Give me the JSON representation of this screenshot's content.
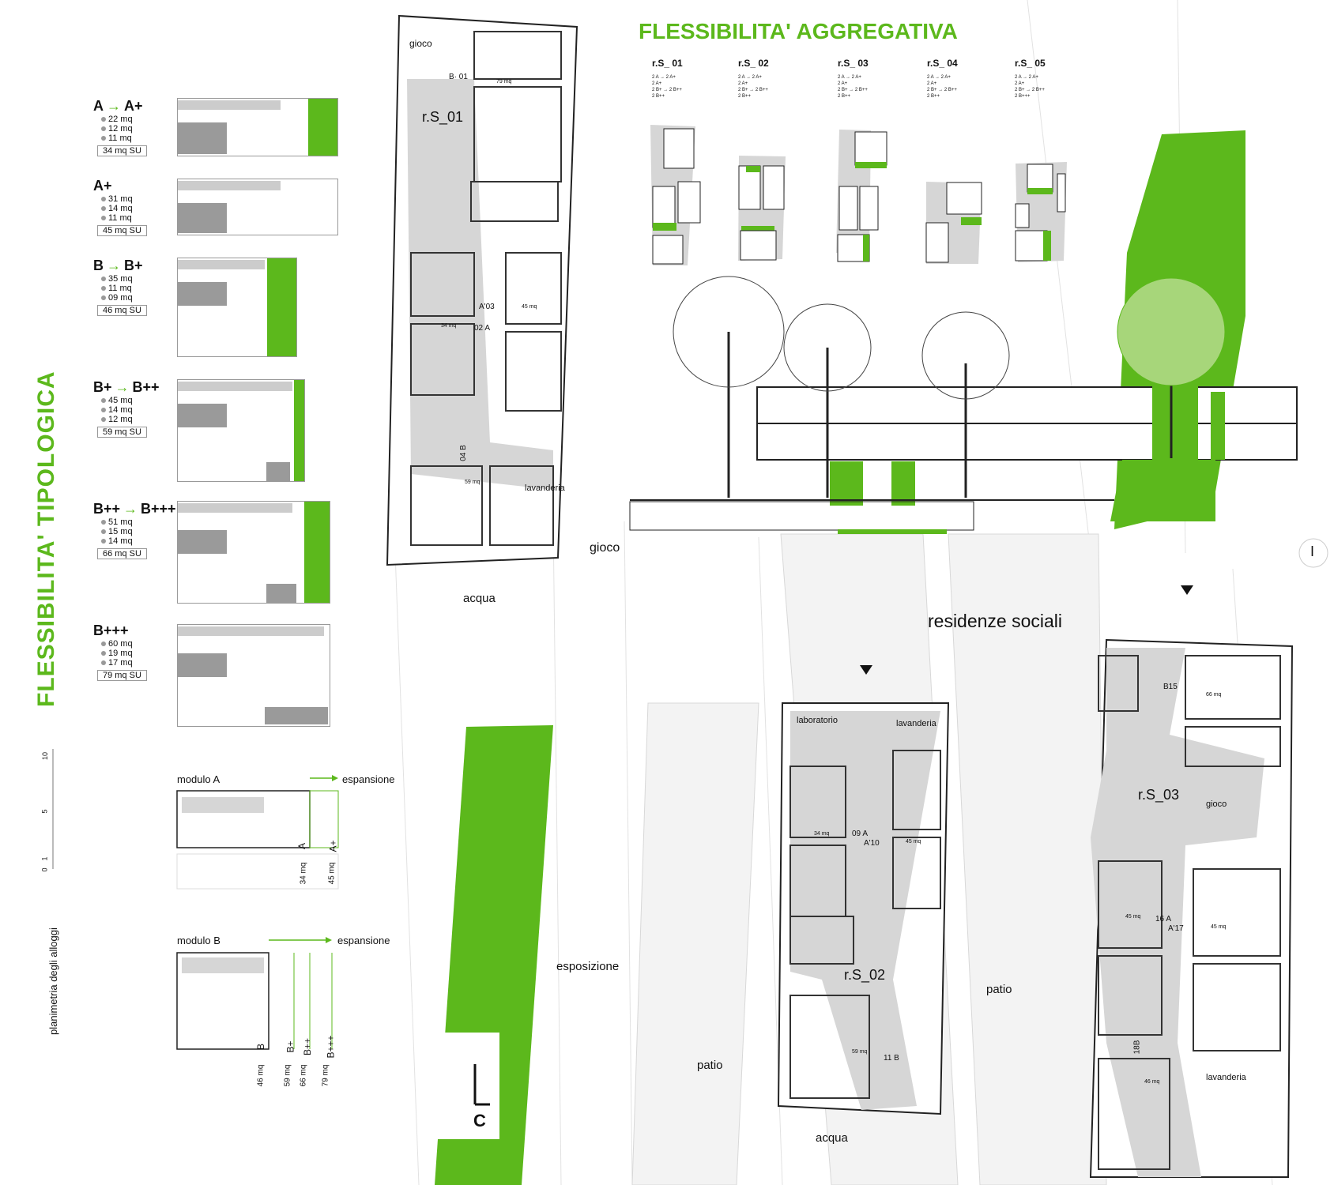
{
  "titles": {
    "aggregativa": "FLESSIBILITA' AGGREGATIVA",
    "tipologica": "FLESSIBILITA' TIPOLOGICA",
    "planimetria": "planimetria degli alloggi",
    "residenze": "residenze sociali"
  },
  "colors": {
    "accent": "#5cb81c",
    "gray_area": "#d6d6d6",
    "line": "#222222"
  },
  "scale": [
    "10",
    "5",
    "1",
    "0"
  ],
  "types": [
    {
      "from": "A",
      "to": "A+",
      "areas": [
        "22 mq",
        "12 mq",
        "11 mq"
      ],
      "total": "34 mq SU"
    },
    {
      "from": "A+",
      "to": "",
      "areas": [
        "31 mq",
        "14 mq",
        "11 mq"
      ],
      "total": "45 mq SU"
    },
    {
      "from": "B",
      "to": "B+",
      "areas": [
        "35 mq",
        "11 mq",
        "09 mq"
      ],
      "total": "46 mq SU"
    },
    {
      "from": "B+",
      "to": "B++",
      "areas": [
        "45 mq",
        "14 mq",
        "12 mq"
      ],
      "total": "59 mq SU"
    },
    {
      "from": "B++",
      "to": "B+++",
      "areas": [
        "51 mq",
        "15 mq",
        "14 mq"
      ],
      "total": "66 mq SU"
    },
    {
      "from": "B+++",
      "to": "",
      "areas": [
        "60 mq",
        "19 mq",
        "17 mq"
      ],
      "total": "79 mq SU"
    }
  ],
  "modules": {
    "a": {
      "label": "modulo  A",
      "expansion": "espansione",
      "cols": [
        "A",
        "A+"
      ],
      "areas": [
        "34 mq",
        "45 mq"
      ]
    },
    "b": {
      "label": "modulo  B",
      "expansion": "espansione",
      "cols": [
        "B",
        "B+",
        "B++",
        "B+++"
      ],
      "areas": [
        "46 mq",
        "59 mq",
        "66 mq",
        "79 mq"
      ]
    }
  },
  "aggregations": [
    {
      "name": "r.S_ 01",
      "rows": [
        "2 A  → 2 A+",
        "2 A+",
        "2 B+ → 2 B++",
        "2 B++"
      ]
    },
    {
      "name": "r.S_ 02",
      "rows": [
        "2 A  → 2 A+",
        "2 A+",
        "2 B+ → 2 B++",
        "2 B++"
      ]
    },
    {
      "name": "r.S_ 03",
      "rows": [
        "2 A  → 2 A+",
        "2 A+",
        "2 B+ → 2 B++",
        "2 B++"
      ]
    },
    {
      "name": "r.S_ 04",
      "rows": [
        "2 A  → 2 A+",
        "2 A+",
        "2 B+ → 2 B++",
        "2 B++"
      ]
    },
    {
      "name": "r.S_ 05",
      "rows": [
        "2 A  → 2 A+",
        "2 A+",
        "2 B+ → 2 B++",
        "2 B+++"
      ]
    }
  ],
  "site_labels": {
    "gioco_top": "gioco",
    "rs01": "r.S_01",
    "b01": "B· 01",
    "mq79": "79 mq",
    "a03": "A'03",
    "mq45a": "45 mq",
    "mq34a": "34 mq",
    "a02": "02 A",
    "b04": "04 B",
    "mq59a": "59 mq",
    "lavanderia_a": "lavanderia",
    "gioco_mid": "gioco",
    "acqua_a": "acqua",
    "laboratorio": "laboratorio",
    "lavanderia_b": "lavanderia",
    "mq34b": "34 mq",
    "a09": "09 A",
    "a10": "A'10",
    "mq45b": "45 mq",
    "rs02": "r.S_02",
    "mq59b": "59 mq",
    "b11": "11 B",
    "acqua_b": "acqua",
    "patio_a": "patio",
    "patio_b": "patio",
    "esposizione": "esposizione",
    "b15": "B15",
    "mq66": "66 mq",
    "rs03": "r.S_03",
    "gioco_right": "gioco",
    "mq45c": "45 mq",
    "a16": "16 A",
    "a17": "A'17",
    "mq45d": "45 mq",
    "b18": "18B",
    "mq46": "46 mq",
    "lavanderia_c": "lavanderia",
    "section_mark": "C",
    "north": "I"
  }
}
